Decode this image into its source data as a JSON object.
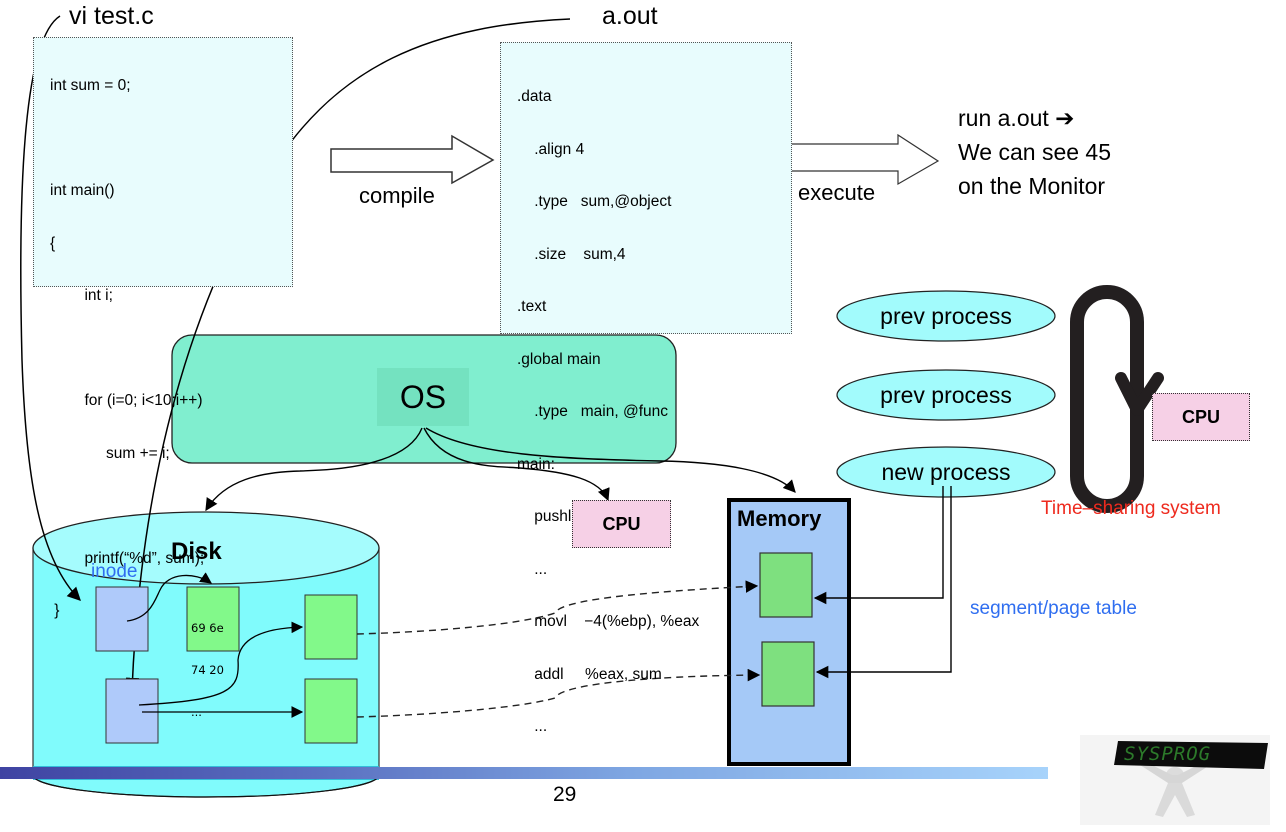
{
  "slide": {
    "page_number": "29"
  },
  "source_file": {
    "label": "vi test.c",
    "code_lines": [
      "int sum = 0;",
      "",
      "int main()",
      "{",
      "        int i;",
      "",
      "        for (i=0; i<10;i++)",
      "             sum += i;",
      "",
      "        printf(“%d”, sum);",
      " }"
    ]
  },
  "binary": {
    "label": "a.out",
    "asm_lines": [
      ".data",
      "    .align 4",
      "    .type   sum,@object",
      "    .size    sum,4",
      ".text",
      ".global main",
      "    .type   main, @func",
      "main:",
      "    pushl    %ebp",
      "    ...",
      "    movl    −4(%ebp), %eax",
      "    addl     %eax, sum",
      "    ..."
    ]
  },
  "arrows": {
    "compile_label": "compile",
    "execute_label": "execute"
  },
  "result": {
    "lines": [
      "run a.out ➔",
      "We can see 45",
      "on the Monitor"
    ]
  },
  "os": {
    "label": "OS",
    "color": "#80eecf"
  },
  "cpu_center": {
    "label": "CPU",
    "color": "#f6d0e6"
  },
  "memory": {
    "label": "Memory",
    "color": "#a5c9f7",
    "block_color": "#7ee07f"
  },
  "disk": {
    "label": "Disk",
    "color": "#80fbfc",
    "inode_label": "inode",
    "data_block_lines": [
      "69 6e",
      "74 20",
      "..."
    ],
    "inode_color": "#afcafa",
    "block_color": "#82f98a"
  },
  "processes": {
    "items": [
      {
        "label": "prev process"
      },
      {
        "label": "prev process"
      },
      {
        "label": "new process"
      }
    ],
    "color": "#a2fbfc"
  },
  "time_sharing": {
    "cpu_label": "CPU",
    "caption": "Time–sharing system",
    "caption_color": "#ee2a1e"
  },
  "page_table": {
    "label": "segment/page table",
    "color": "#2f6ef0"
  },
  "logo": {
    "text": "SYSPROG"
  }
}
